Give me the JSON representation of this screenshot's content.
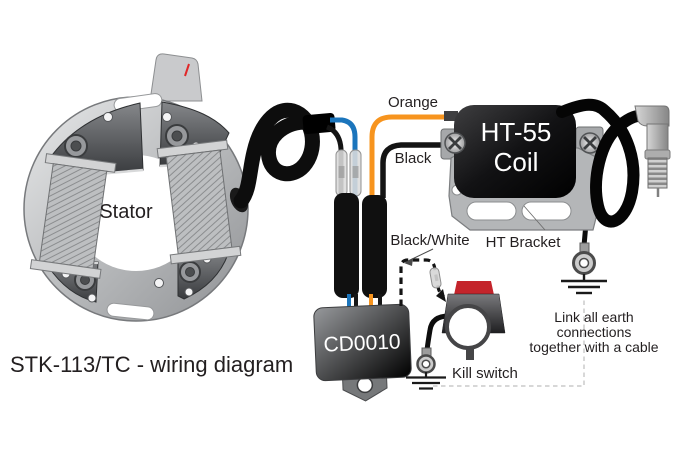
{
  "title": "STK-113/TC - wiring diagram",
  "stator": {
    "label": "Stator"
  },
  "cdi_unit": {
    "label": "CD0010"
  },
  "ignition_coil": {
    "name_line1": "HT-55",
    "name_line2": "Coil"
  },
  "bracket": {
    "label": "HT Bracket"
  },
  "kill_switch": {
    "label": "Kill switch"
  },
  "wire_labels": {
    "orange": "Orange",
    "black": "Black",
    "black_white": "Black/White"
  },
  "earth_note": {
    "line1": "Link all earth",
    "line2": "connections",
    "line3": "together with a cable"
  },
  "colors": {
    "orange_wire": "#F7941E",
    "blue_wire": "#1B75BC",
    "black_wire": "#0D0D0D",
    "kill_switch_button": "#C4242B",
    "label_text": "#231F20"
  }
}
